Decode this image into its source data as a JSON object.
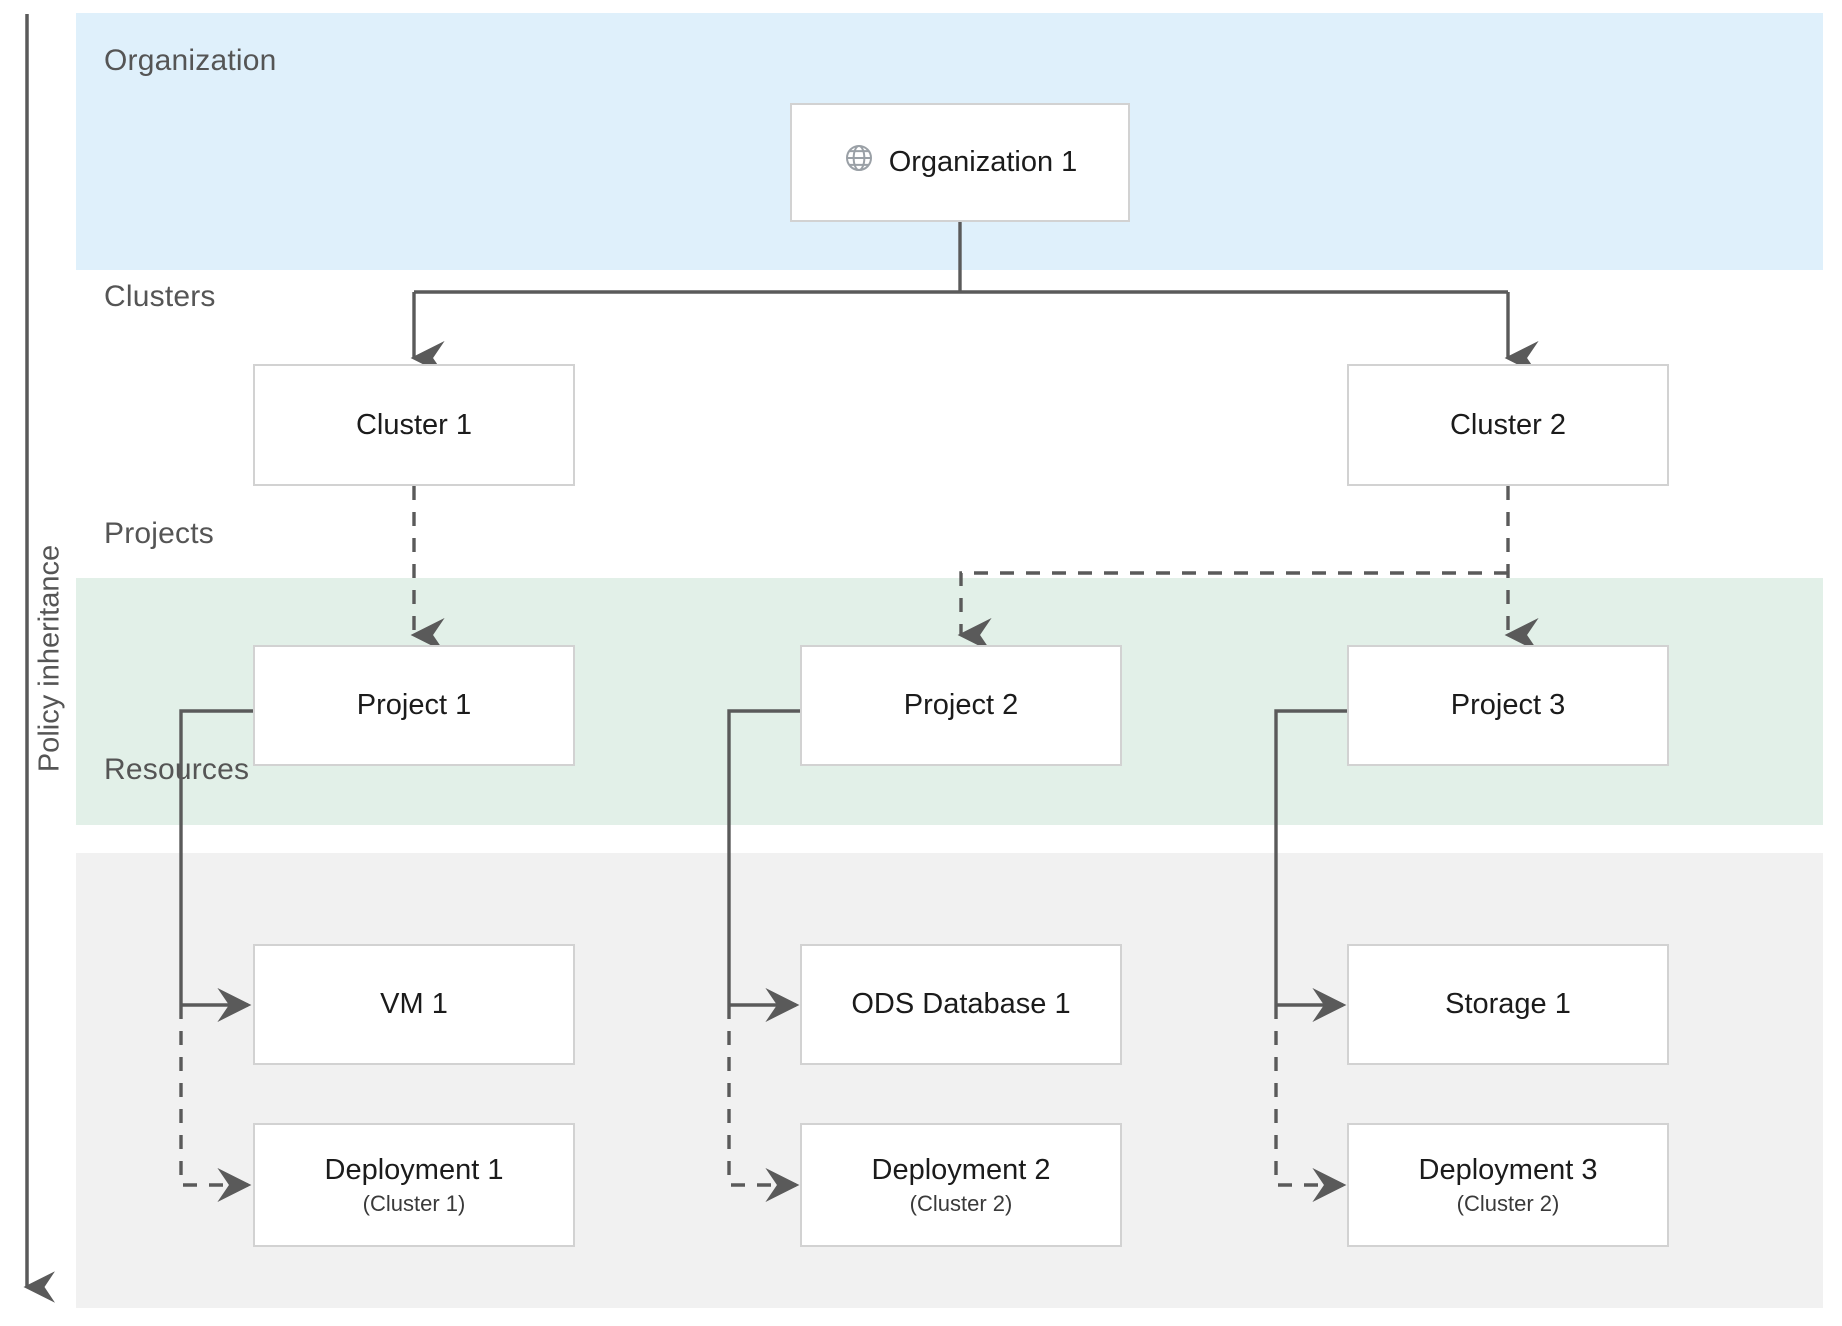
{
  "axis": {
    "label": "Policy inheritance",
    "direction": "downward-arrow"
  },
  "bands": {
    "organization": {
      "label": "Organization",
      "color": "#dff0fb"
    },
    "clusters": {
      "label": "Clusters",
      "color": "#ffffff"
    },
    "projects": {
      "label": "Projects",
      "color": "#e2f0e8"
    },
    "resources": {
      "label": "Resources",
      "color": "#f1f1f1"
    }
  },
  "nodes": {
    "organization_1": {
      "label": "Organization 1",
      "icon": "globe-icon"
    },
    "cluster_1": {
      "label": "Cluster 1"
    },
    "cluster_2": {
      "label": "Cluster 2"
    },
    "project_1": {
      "label": "Project 1"
    },
    "project_2": {
      "label": "Project 2"
    },
    "project_3": {
      "label": "Project 3"
    },
    "vm_1": {
      "label": "VM 1"
    },
    "ods_db_1": {
      "label": "ODS Database 1"
    },
    "storage_1": {
      "label": "Storage 1"
    },
    "deployment_1": {
      "label": "Deployment 1",
      "sublabel": "(Cluster 1)"
    },
    "deployment_2": {
      "label": "Deployment 2",
      "sublabel": "(Cluster 2)"
    },
    "deployment_3": {
      "label": "Deployment 3",
      "sublabel": "(Cluster 2)"
    }
  },
  "edges": [
    {
      "from": "organization_1",
      "to": "cluster_1",
      "style": "solid"
    },
    {
      "from": "organization_1",
      "to": "cluster_2",
      "style": "solid"
    },
    {
      "from": "cluster_1",
      "to": "project_1",
      "style": "dashed"
    },
    {
      "from": "cluster_2",
      "to": "project_2",
      "style": "dashed"
    },
    {
      "from": "cluster_2",
      "to": "project_3",
      "style": "dashed"
    },
    {
      "from": "project_1",
      "to": "vm_1",
      "style": "solid"
    },
    {
      "from": "project_1",
      "to": "deployment_1",
      "style": "dashed"
    },
    {
      "from": "project_2",
      "to": "ods_db_1",
      "style": "solid"
    },
    {
      "from": "project_2",
      "to": "deployment_2",
      "style": "dashed"
    },
    {
      "from": "project_3",
      "to": "storage_1",
      "style": "solid"
    },
    {
      "from": "project_3",
      "to": "deployment_3",
      "style": "dashed"
    }
  ],
  "colors": {
    "line": "#5a5a5a",
    "box_border": "#d2d2d2",
    "band_blue": "#dff0fb",
    "band_green": "#e2f0e8",
    "band_grey": "#f1f1f1",
    "text": "#1b1b1b",
    "label_text": "#555555"
  }
}
